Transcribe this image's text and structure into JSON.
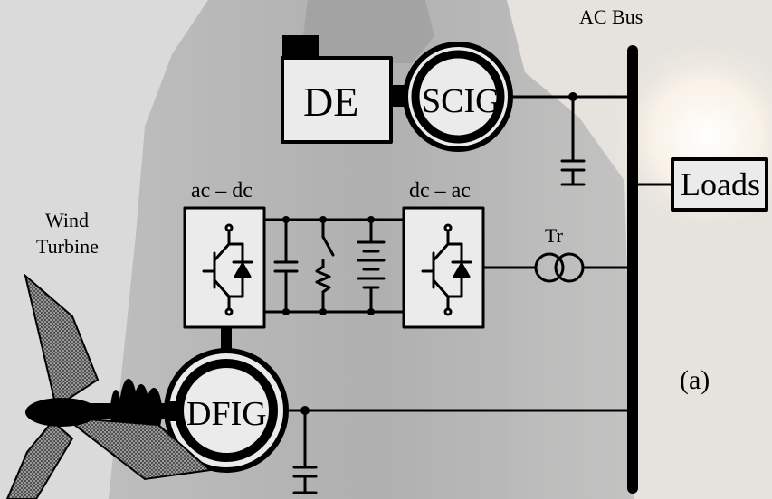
{
  "labels": {
    "ac_bus": "AC Bus",
    "de": "DE",
    "scig": "SCIG",
    "loads": "Loads",
    "ac_dc": "ac – dc",
    "dc_ac": "dc – ac",
    "wind_turbine_line1": "Wind",
    "wind_turbine_line2": "Turbine",
    "tr": "Tr",
    "dfig": "DFIG",
    "panel": "(a)"
  },
  "colors": {
    "line": "#000000",
    "box_fill": "#ebebeb",
    "background": "#d9d9d9",
    "blade_fill": "#9a9a9a"
  }
}
